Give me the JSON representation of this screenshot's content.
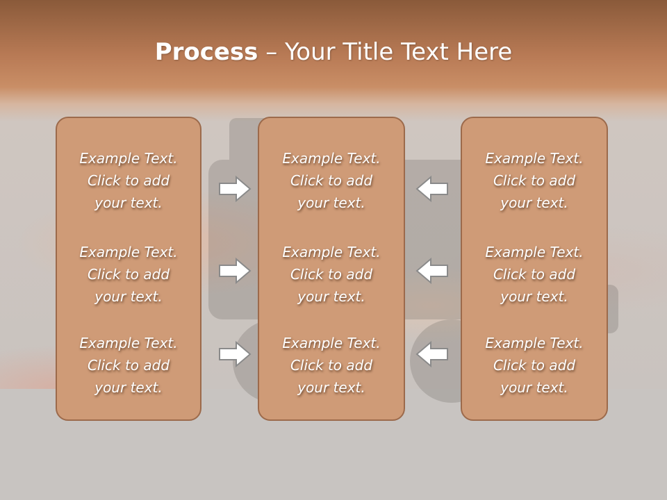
{
  "title": {
    "bold": "Process",
    "rest": " – Your Title Text Here"
  },
  "columns": [
    {
      "items": [
        [
          "Example Text.",
          "Click  to add",
          "your text."
        ],
        [
          "Example Text.",
          "Click  to add",
          "your text."
        ],
        [
          "Example Text.",
          "Click  to add",
          "your text."
        ]
      ]
    },
    {
      "items": [
        [
          "Example Text.",
          "Click  to add",
          "your text."
        ],
        [
          "Example Text.",
          "Click  to add",
          "your text."
        ],
        [
          "Example Text.",
          "Click  to add",
          "your text."
        ]
      ]
    },
    {
      "items": [
        [
          "Example Text.",
          "Click  to add",
          "your text."
        ],
        [
          "Example Text.",
          "Click  to add",
          "your text."
        ],
        [
          "Example Text.",
          "Click  to add",
          "your text."
        ]
      ]
    }
  ],
  "arrows": {
    "left_group": "right-arrow-icon",
    "right_group": "left-arrow-icon"
  },
  "colors": {
    "box_fill": "#cf9b77",
    "box_border": "#9c6a4b",
    "header": "#b87a55",
    "arrow_fill": "#ffffff",
    "arrow_stroke": "#8a8a8a"
  }
}
